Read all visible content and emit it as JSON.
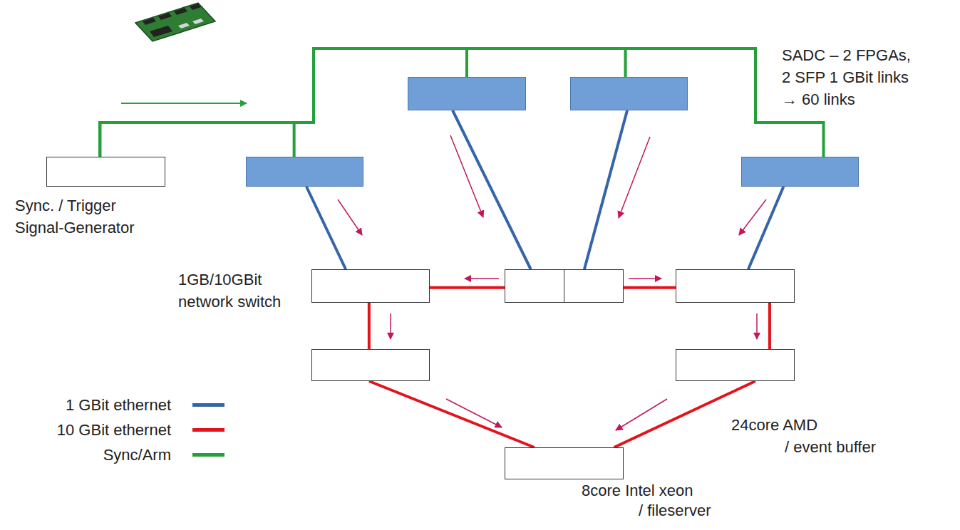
{
  "diagram": {
    "nodes": [
      {
        "text": [
          "Sync. / Trigger Signal-Generator"
        ]
      },
      {
        "text": []
      },
      {
        "text": []
      },
      {
        "text": []
      },
      {
        "text": []
      },
      {
        "text": [
          "1GB/10GBit network switch"
        ]
      },
      {
        "text": []
      },
      {
        "text": []
      },
      {
        "text": []
      },
      {
        "text": [
          "24core AMD / event buffer"
        ]
      },
      {
        "text": [
          "8core Intel xeon / fileserver"
        ]
      }
    ],
    "edges": [
      {
        "from": 0,
        "to": 1,
        "arrow": "none"
      },
      {
        "from": 0,
        "to": 2,
        "arrow": "none"
      },
      {
        "from": 0,
        "to": 3,
        "arrow": "none"
      },
      {
        "from": 0,
        "to": 4,
        "arrow": "none"
      },
      {
        "from": 1,
        "to": 5,
        "arrow": "none"
      },
      {
        "from": 2,
        "to": 6,
        "arrow": "none"
      },
      {
        "from": 3,
        "to": 6,
        "arrow": "none"
      },
      {
        "from": 4,
        "to": 7,
        "arrow": "none"
      },
      {
        "from": 6,
        "to": 5,
        "arrow": "none"
      },
      {
        "from": 6,
        "to": 7,
        "arrow": "none"
      },
      {
        "from": 5,
        "to": 8,
        "arrow": "none"
      },
      {
        "from": 7,
        "to": 9,
        "arrow": "none"
      },
      {
        "from": 8,
        "to": 10,
        "arrow": "none"
      },
      {
        "from": 9,
        "to": 10,
        "arrow": "none"
      }
    ],
    "labels": [
      "SADC – 2 FPGAs, 2 SFP 1 GBit links → 60 links"
    ],
    "legend": [
      {
        "text": "1 GBit ethernet",
        "color": "#3565a8"
      },
      {
        "text": "10 GBit ethernet",
        "color": "#e3131b"
      },
      {
        "text": "Sync/Arm",
        "color": "#24a03a"
      }
    ]
  }
}
